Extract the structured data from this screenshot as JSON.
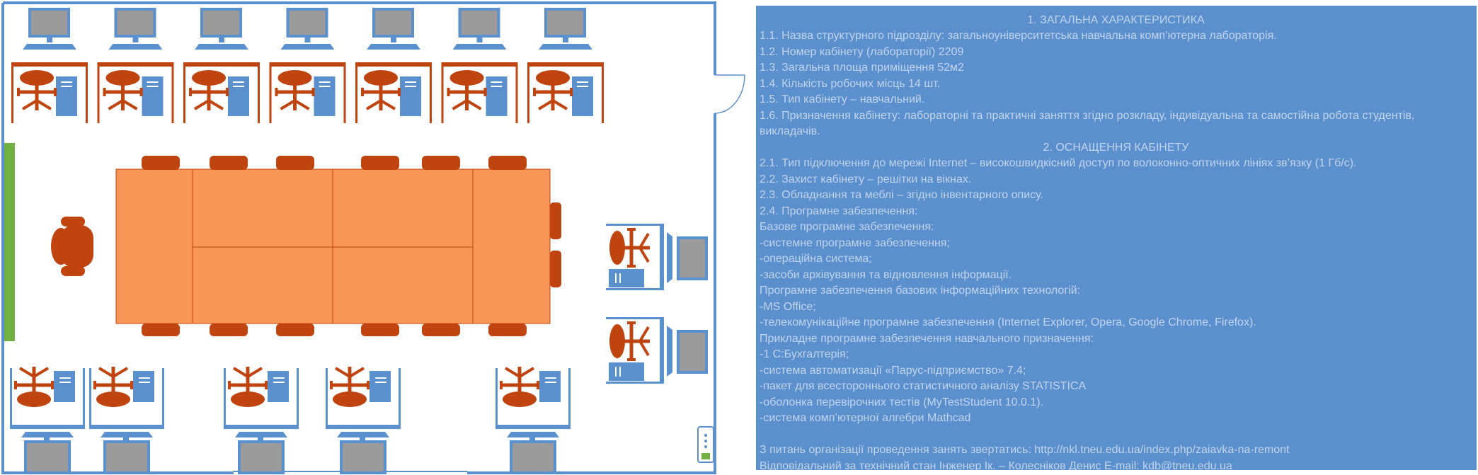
{
  "colors": {
    "wall": "#5b90cf",
    "wood": "#c0440f",
    "table": "#f79657",
    "table_border": "#c0440f",
    "monitor_screen": "#9b9b9b",
    "pc_body": "#5b90cf",
    "board": "#72b043",
    "panel_bg": "#5b90cf",
    "panel_text": "#c2d4ea"
  },
  "plan": {
    "icons": {
      "workstation": "computer-workstation-icon",
      "chair": "office-chair-icon",
      "teacher_chair": "teacher-armchair-icon",
      "board": "whiteboard-icon",
      "door": "door-swing-icon",
      "switch": "light-switch-icon"
    },
    "top_workstations": 7,
    "bottom_workstations": 5,
    "right_workstations": 2,
    "table_blocks": 6
  },
  "info": {
    "lines": [
      {
        "text": "1. ЗАГАЛЬНА ХАРАКТЕРИСТИКА",
        "center": true
      },
      {
        "text": "1.1. Назва структурного підрозділу: загальноуніверситетська навчальна комп’ютерна лабораторія."
      },
      {
        "text": "1.2. Номер кабінету (лабораторії)   2209"
      },
      {
        "text": "1.3. Загальна площа приміщення  52м2"
      },
      {
        "text": "1.4. Кількість робочих місць   14 шт."
      },
      {
        "text": "1.5. Тип кабінету – навчальний."
      },
      {
        "text": "1.6. Призначення кабінету: лабораторні та практичні заняття згідно розкладу, індивідуальна та самостійна робота студентів, викладачів.",
        "wrap": true
      },
      {
        "text": "2. ОСНАЩЕННЯ КАБІНЕТУ",
        "center": true
      },
      {
        "text": "2.1. Тип підключення до мережі Internet – високошвидкісний доступ по волоконно-оптичних лініях зв’язку (1 Гб/с)."
      },
      {
        "text": "2.2. Захист кабінету – решітки на вікнах."
      },
      {
        "text": "2.3. Обладнання та меблі – згідно інвентарного опису."
      },
      {
        "text": "2.4. Програмне забезпечення:"
      },
      {
        "text": "Базове програмне забезпечення:"
      },
      {
        "text": "-системне програмне забезпечення;"
      },
      {
        "text": "-операційна система;"
      },
      {
        "text": "-засоби архівування та відновлення інформації."
      },
      {
        "text": "Програмне забезпечення базових інформаційних технологій:"
      },
      {
        "text": "-MS Office;"
      },
      {
        "text": "-телекомунікаційне програмне забезпечення (Internet Explorer, Opera, Google Chrome, Firefox)."
      },
      {
        "text": "Прикладне програмне забезпечення навчального призначення:"
      },
      {
        "text": "-1 С:Бухгалтерія;"
      },
      {
        "text": "-система автоматизації «Парус-підприємство» 7.4;"
      },
      {
        "text": "-пакет для всестороннього статистичного аналізу STATISTICA"
      },
      {
        "text": "-оболонка перевірочних тестів (MyTestStudent 10.0.1)."
      },
      {
        "text": "-система комп’ютерної алгебри Mathcad"
      },
      {
        "text": ""
      },
      {
        "text": "З питань організації проведення занять звертатись: http://nkl.tneu.edu.ua/index.php/zaiavka-na-remont"
      },
      {
        "text": "Відповідальний за технічний  стан Інженер Ік. – Колесніков Денис E-mail: kdb@tneu.edu.ua"
      }
    ]
  }
}
